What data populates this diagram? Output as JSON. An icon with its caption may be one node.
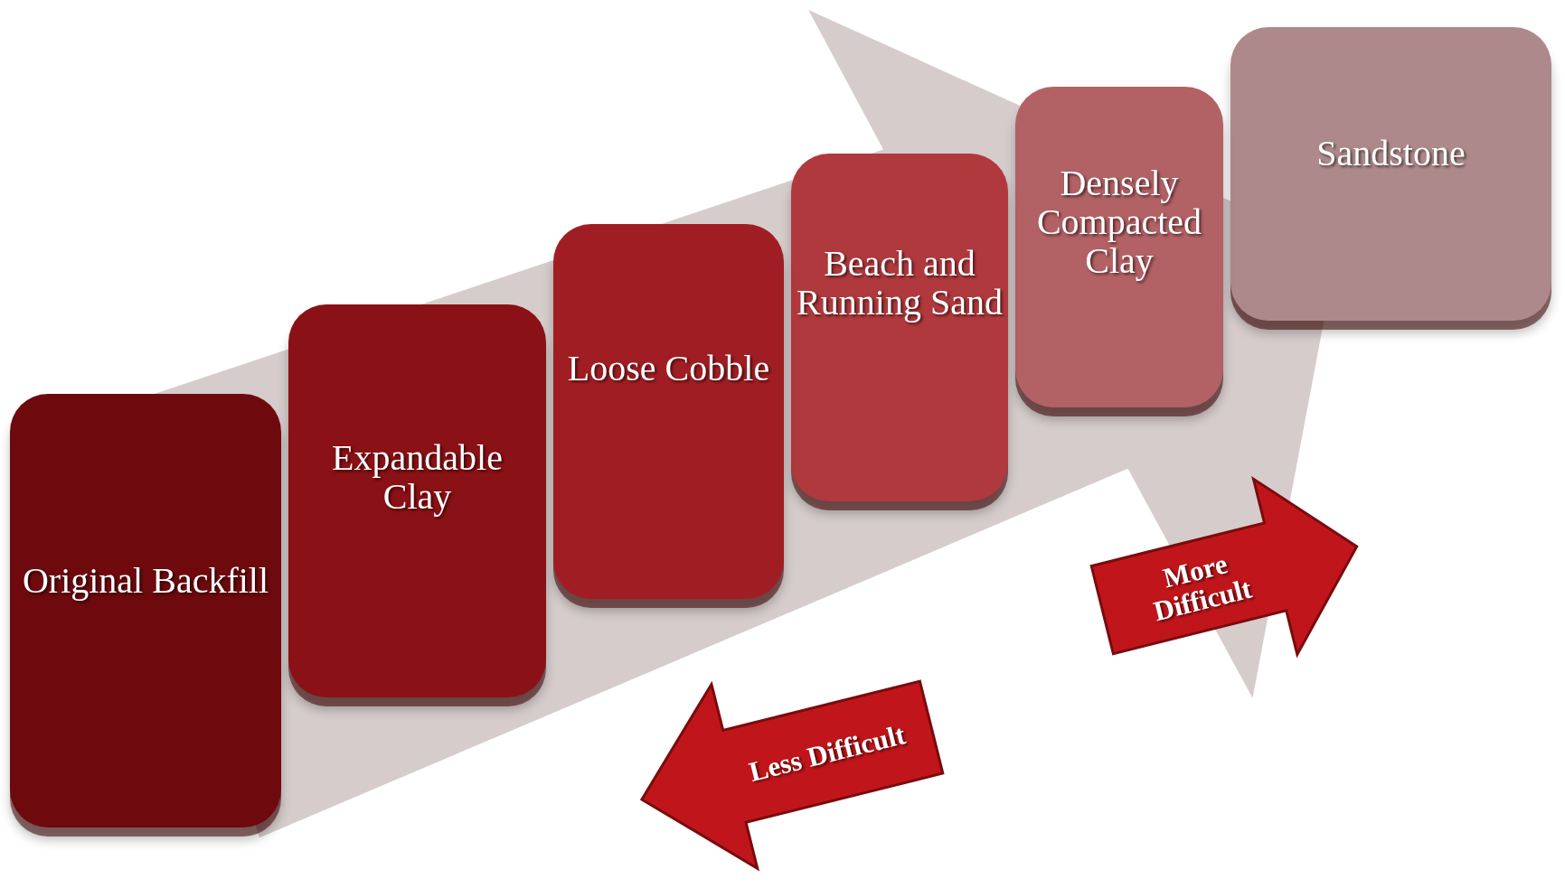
{
  "diagram": {
    "nodes": [
      {
        "text": [
          "Original Backfill"
        ]
      },
      {
        "text": [
          "Expandable Clay"
        ]
      },
      {
        "text": [
          "Loose Cobble"
        ]
      },
      {
        "text": [
          "Beach and Running Sand"
        ]
      },
      {
        "text": [
          "Densely Compacted Clay"
        ]
      },
      {
        "text": [
          "Sandstone"
        ]
      },
      {
        "text": [
          "Less Difficult"
        ]
      },
      {
        "text": [
          "More Difficult"
        ]
      }
    ]
  }
}
